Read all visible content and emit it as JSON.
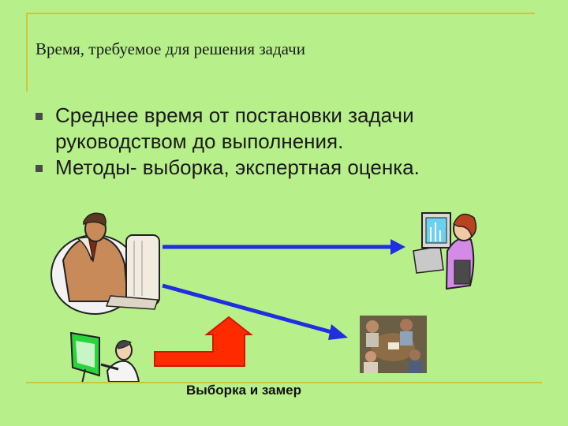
{
  "slide": {
    "title": "Время, требуемое для решения задачи",
    "bullets": [
      {
        "text": "Среднее время от постановки задачи руководством до выполнения."
      },
      {
        "text": "Методы- выборка, экспертная оценка."
      }
    ],
    "caption": "Выборка и замер"
  },
  "icons": [
    "manager-at-computer-icon",
    "woman-at-computer-icon",
    "presenter-with-chart-icon",
    "team-meeting-photo",
    "arrow-right",
    "arrow-right-diagonal",
    "red-turn-arrow"
  ],
  "colors": {
    "background": "#b7f08b",
    "rule": "#c8c83c",
    "arrow_blue": "#1f2ee0",
    "arrow_red": "#ff2a00"
  }
}
